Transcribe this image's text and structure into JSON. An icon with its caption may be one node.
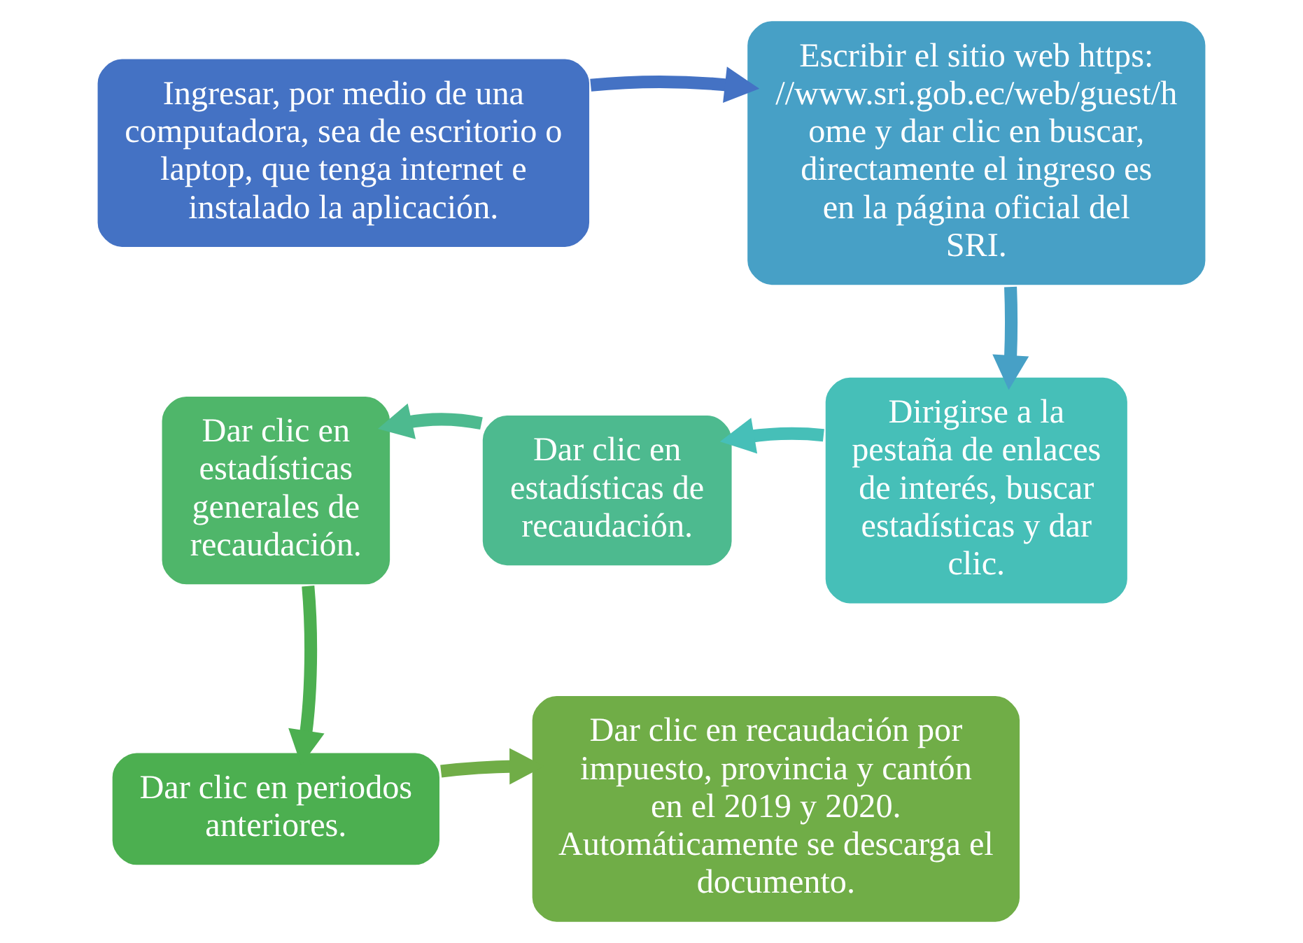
{
  "diagram": {
    "nodes": [
      {
        "text": [
          "Ingresar, por medio de una computadora, sea de escritorio o laptop, que tenga internet e instalado la aplicación."
        ]
      },
      {
        "text": [
          "Escribir el sitio web https://www.sri.gob.ec/web/guest/home y dar clic en buscar, directamente el ingreso es en la página oficial del SRI."
        ]
      },
      {
        "text": [
          "Dirigirse a la pestaña de enlaces de interés, buscar estadísticas y dar clic."
        ]
      },
      {
        "text": [
          "Dar clic en estadísticas de recaudación."
        ]
      },
      {
        "text": [
          "Dar clic en estadísticas generales de recaudación."
        ]
      },
      {
        "text": [
          "Dar clic en periodos anteriores."
        ]
      },
      {
        "text": [
          "Dar clic en recaudación por impuesto, provincia y cantón en el 2019 y 2020. Automáticamente se descarga el documento."
        ]
      }
    ],
    "edges": [
      {
        "from": 0,
        "to": 1,
        "arrow": "to",
        "color": "#4472c4"
      },
      {
        "from": 1,
        "to": 2,
        "arrow": "to",
        "color": "#47a0c6"
      },
      {
        "from": 2,
        "to": 3,
        "arrow": "to",
        "color": "#46bfb8"
      },
      {
        "from": 3,
        "to": 4,
        "arrow": "to",
        "color": "#4dba8f"
      },
      {
        "from": 4,
        "to": 5,
        "arrow": "to",
        "color": "#4caf50"
      },
      {
        "from": 5,
        "to": 6,
        "arrow": "to",
        "color": "#70ad47"
      }
    ]
  }
}
